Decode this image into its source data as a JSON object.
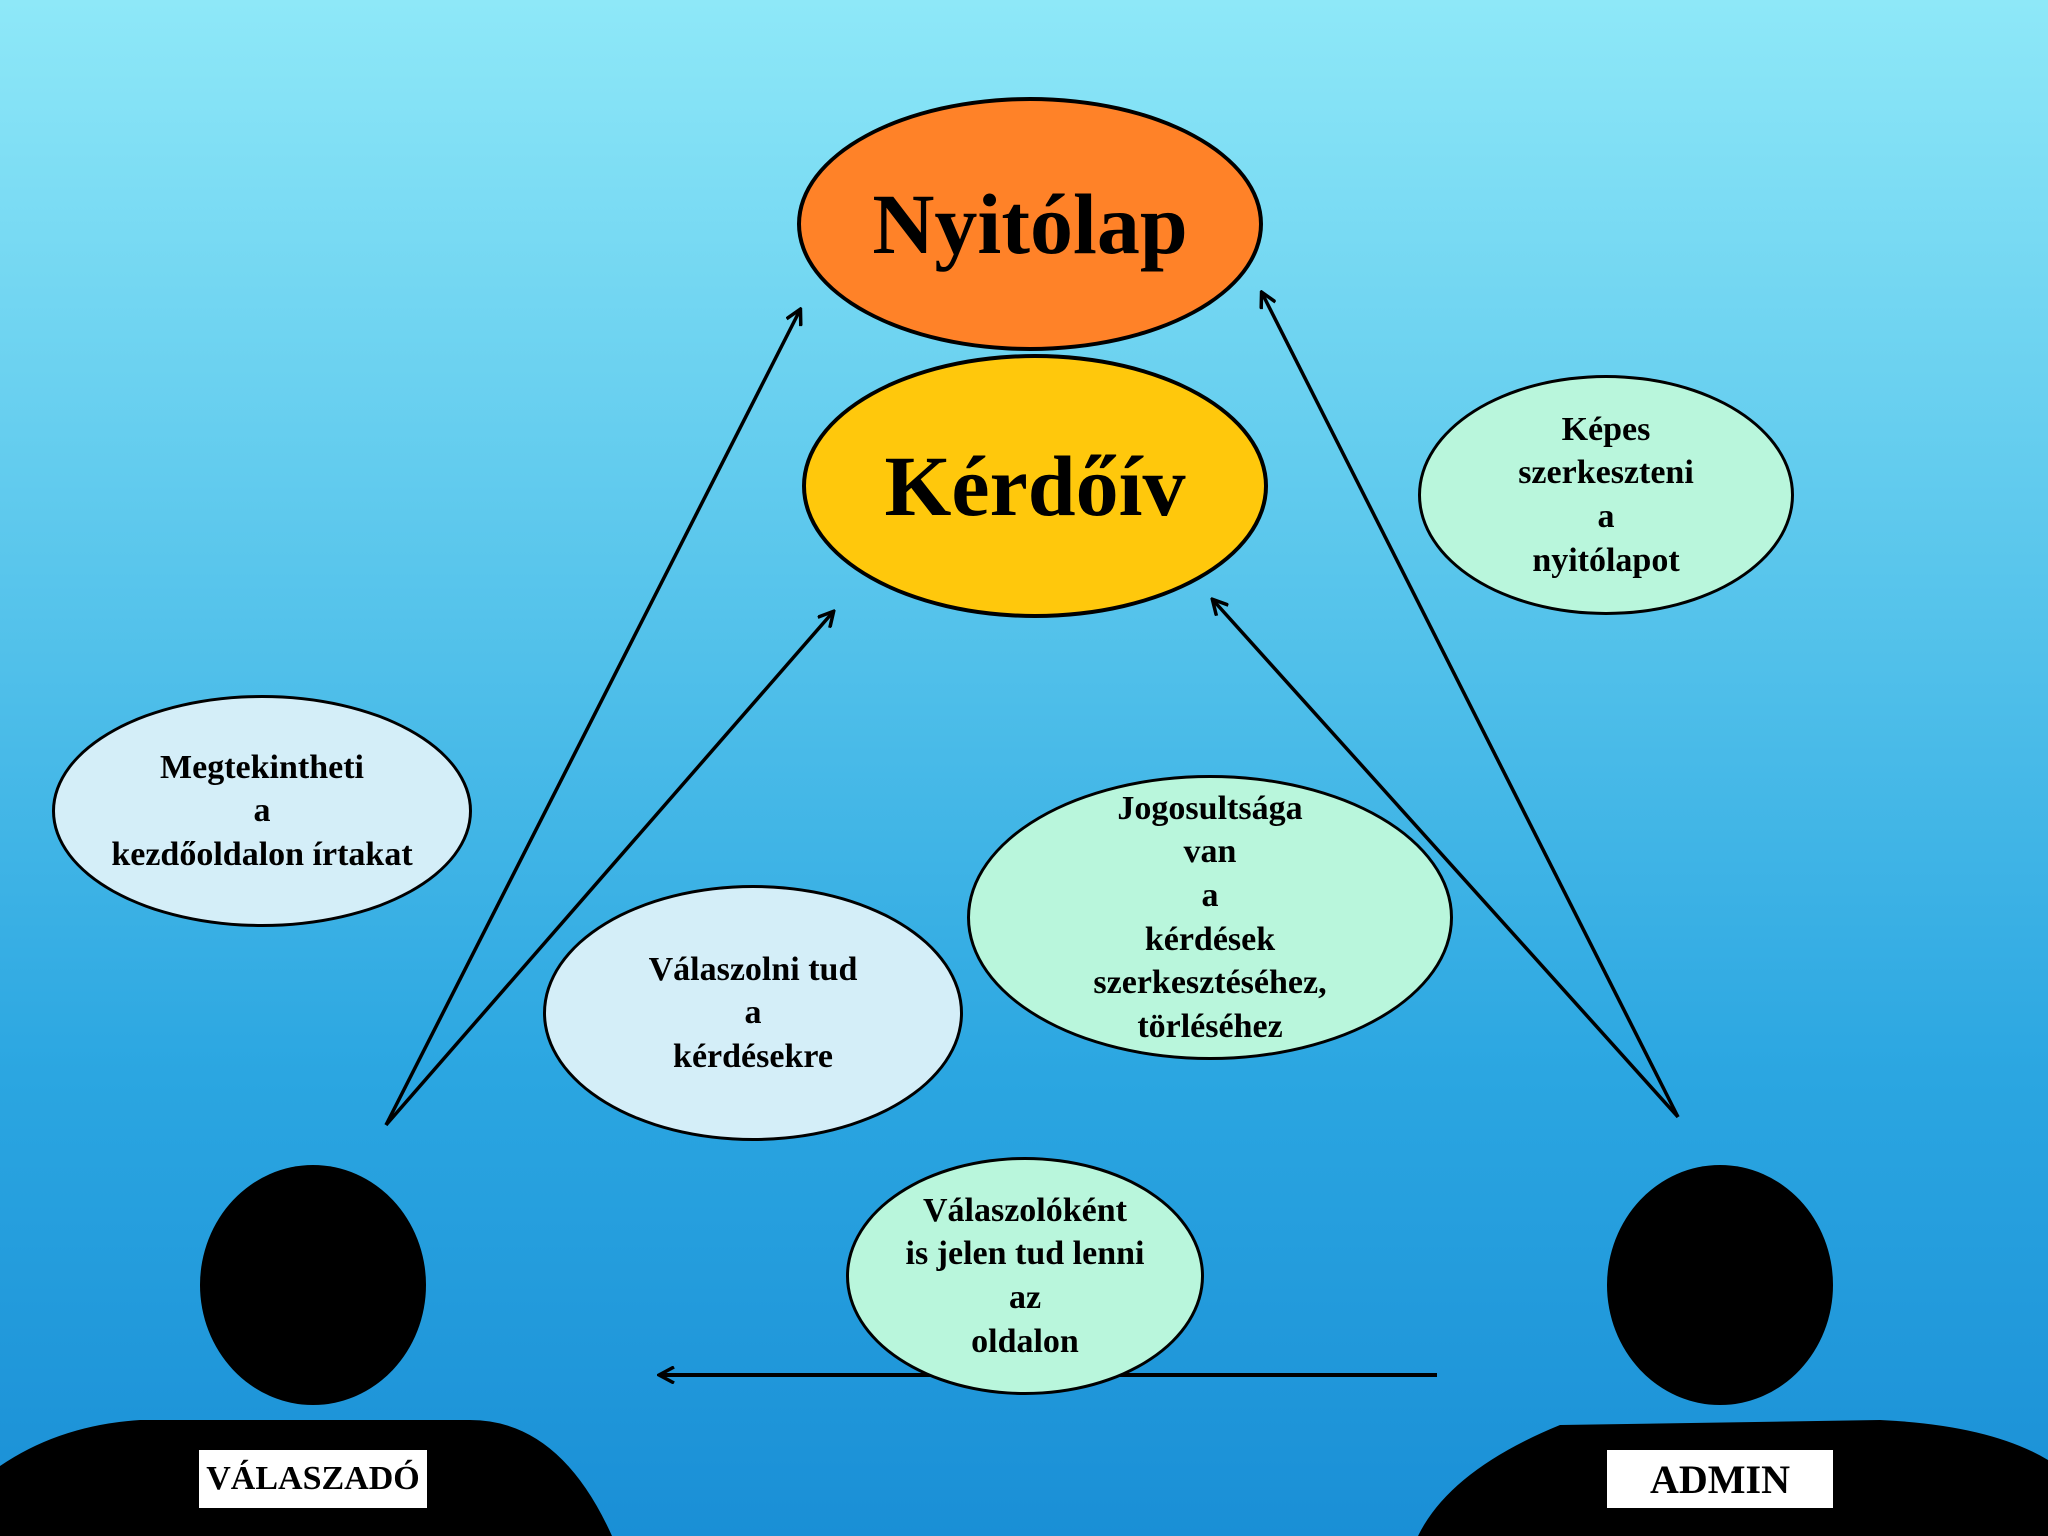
{
  "colors": {
    "nyitolap_fill": "#ff8228",
    "kerdoiv_fill": "#ffc80c",
    "respondent_bubble_fill": "#d4eef8",
    "admin_bubble_fill": "#b9f6dc",
    "silhouette": "#000000",
    "label_bg": "#ffffff"
  },
  "nodes": {
    "nyitolap": "Nyitólap",
    "kerdoiv": "Kérdőív"
  },
  "bubbles": {
    "kepes": "Képes\nszerkeszteni\na\nnyitólapot",
    "megtekintheti": "Megtekintheti\na\nkezdőoldalon írtakat",
    "valaszolni": "Válaszolni tud\na\nkérdésekre",
    "jogosultsaga": "Jogosultsága\nvan\na\nkérdések\nszerkesztéséhez,\ntörléséhez",
    "valaszolokent": "Válaszolóként\nis jelen tud lenni\naz\noldalon"
  },
  "actors": {
    "respondent": {
      "label": "VÁLASZADÓ",
      "icon": "person-silhouette-icon"
    },
    "admin": {
      "label": "ADMIN",
      "icon": "person-silhouette-icon"
    }
  }
}
